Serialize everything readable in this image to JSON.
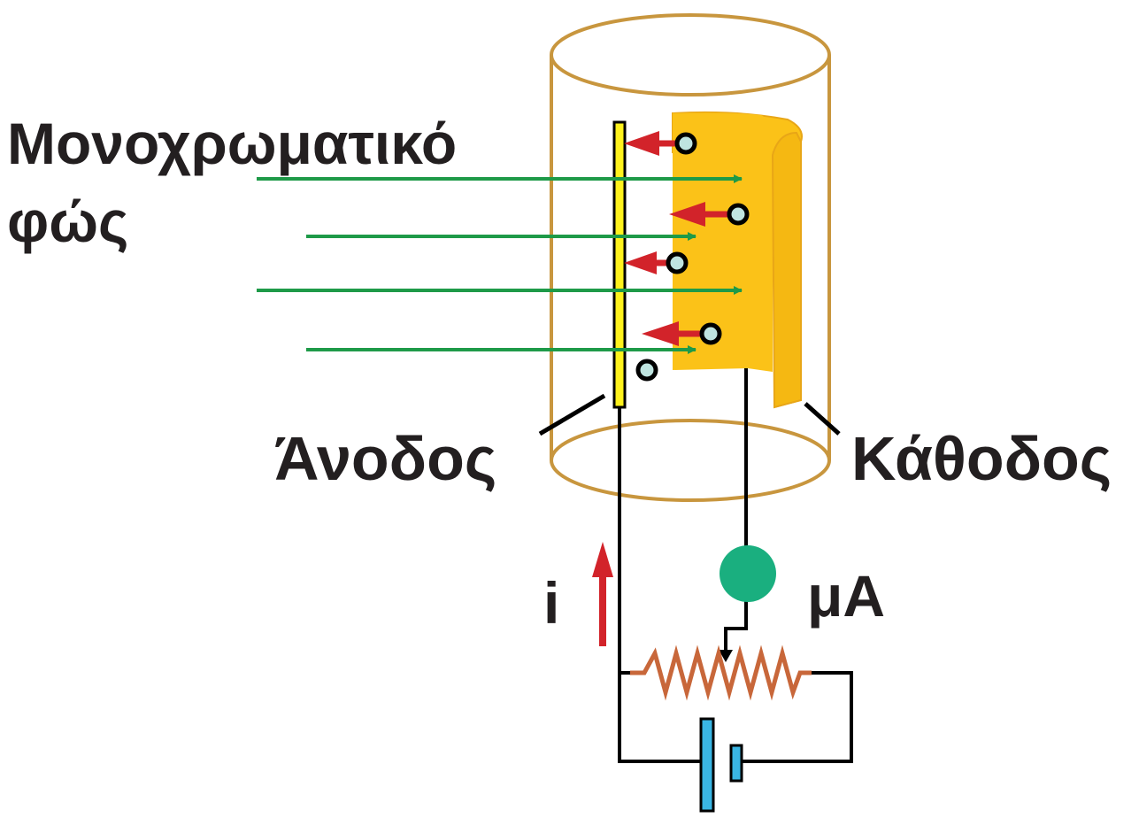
{
  "labels": {
    "light_line1": "Μονοχρωματικό",
    "light_line2": "φώς",
    "anode": "Άνοδος",
    "cathode": "Κάθοδος",
    "current": "i",
    "ammeter": "μΑ"
  },
  "colors": {
    "tube": "#c8963e",
    "cathode": "#fbc218",
    "anode": "#fff21c",
    "light_ray": "#1e9a48",
    "electron_arrow": "#d2232a",
    "electron": "#bfe4e0",
    "ammeter": "#1aaf7f",
    "resistor": "#c8673a",
    "battery": "#3ab6e4",
    "wire": "#000000"
  },
  "icons": {
    "electron": "circle",
    "ammeter": "filled-circle",
    "resistor": "zigzag",
    "battery": "cell-symbol"
  }
}
